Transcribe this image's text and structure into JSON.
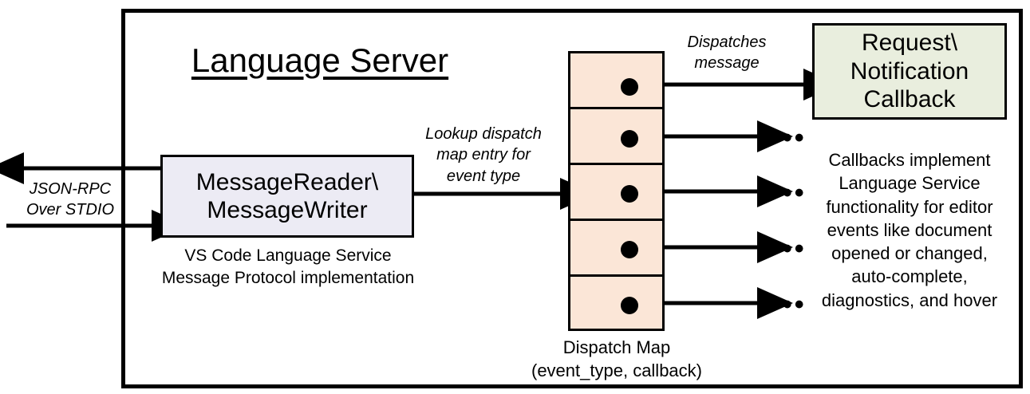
{
  "diagram": {
    "title": "Language Server",
    "outer_border_color": "#000000",
    "background": "#ffffff"
  },
  "external_io": {
    "label": "JSON-RPC\nOver STDIO",
    "outbound_arrow": "arrow-left-out",
    "inbound_arrow": "arrow-right-in"
  },
  "message_io_block": {
    "title": "MessageReader\\\nMessageWriter",
    "caption": "VS Code Language Service\nMessage Protocol implementation",
    "fill": "#ecebf4",
    "stroke": "#000000"
  },
  "lookup_edge": {
    "label": "Lookup dispatch\nmap entry for\nevent type"
  },
  "dispatch_map": {
    "caption": "Dispatch Map\n(event_type, callback)",
    "fill": "#fbe6d7",
    "stroke": "#000000",
    "row_count": 5,
    "rows": [
      {
        "index": 1,
        "target": "Request\\Notification Callback",
        "edge_label": "Dispatches\nmessage"
      },
      {
        "index": 2,
        "target": "…",
        "edge_label": ""
      },
      {
        "index": 3,
        "target": "…",
        "edge_label": ""
      },
      {
        "index": 4,
        "target": "…",
        "edge_label": ""
      },
      {
        "index": 5,
        "target": "…",
        "edge_label": ""
      }
    ],
    "ellipsis": "•••"
  },
  "callback_block": {
    "title": "Request\\\nNotification\nCallback",
    "caption": "Callbacks implement\nLanguage Service\nfunctionality for editor\nevents like document\nopened or changed,\nauto-complete,\ndiagnostics, and hover",
    "fill": "#e9eede",
    "stroke": "#000000"
  }
}
